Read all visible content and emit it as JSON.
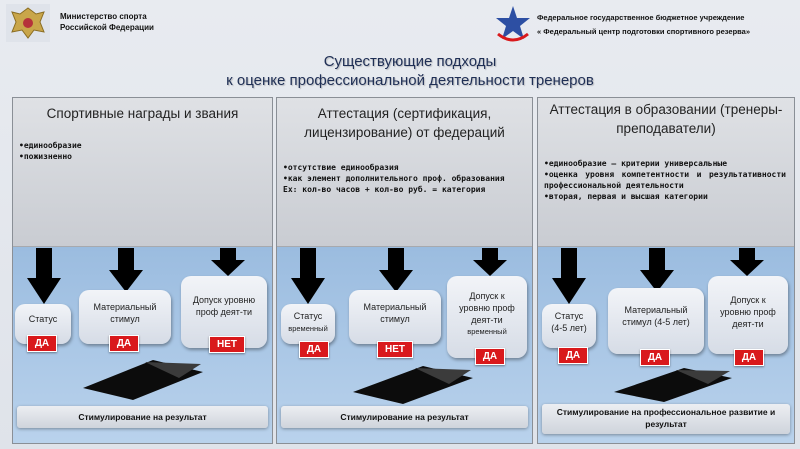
{
  "header": {
    "ministry_line1": "Министерство спорта",
    "ministry_line2": "Российской Федерации",
    "center_line1": "Федеральное государственное бюджетное учреждение",
    "center_line2": "« Федеральный центр подготовки спортивного резерва»"
  },
  "title": {
    "line1": "Существующие подходы",
    "line2": "к оценке профессиональной деятельности тренеров"
  },
  "panels": [
    {
      "title": "Спортивные награды и звания",
      "bullets": [
        "•единообразие",
        "•пожизненно"
      ],
      "boxes": [
        {
          "label": "Статус",
          "badge": "ДА"
        },
        {
          "label": "Материальный стимул",
          "badge": "ДА"
        },
        {
          "label": "Допуск уровню проф деят-ти",
          "badge": "НЕТ"
        }
      ],
      "footer": "Стимулирование на результат"
    },
    {
      "title": "Аттестация (сертификация, лицензирование) от федераций",
      "bullets": [
        "•отсутствие единообразия",
        "•как элемент дополнительного проф. образования",
        "Ех: кол-во часов + кол-во руб. = категория"
      ],
      "boxes": [
        {
          "label": "Статус",
          "sub": "временный",
          "badge": "ДА"
        },
        {
          "label": "Материальный стимул",
          "badge": "НЕТ"
        },
        {
          "label": "Допуск к уровню проф деят-ти",
          "sub": "временный",
          "badge": "ДА"
        }
      ],
      "footer": "Стимулирование на результат"
    },
    {
      "title": "Аттестация в образовании (тренеры-преподаватели)",
      "bullets": [
        "•единообразие – критерии универсальные",
        "•оценка уровня компетентности и результативности профессиональной деятельности",
        "•вторая, первая и высшая категории"
      ],
      "boxes": [
        {
          "label": "Статус (4-5 лет)",
          "badge": "ДА"
        },
        {
          "label": "Материальный стимул (4-5 лет)",
          "badge": "ДА"
        },
        {
          "label": "Допуск к уровню проф деят-ти",
          "badge": "ДА"
        }
      ],
      "footer": "Стимулирование на профессиональное развитие и результат"
    }
  ],
  "colors": {
    "badge": "#d9191c",
    "panel_blue": "#8fb3da",
    "title_text": "#1f2f55"
  }
}
